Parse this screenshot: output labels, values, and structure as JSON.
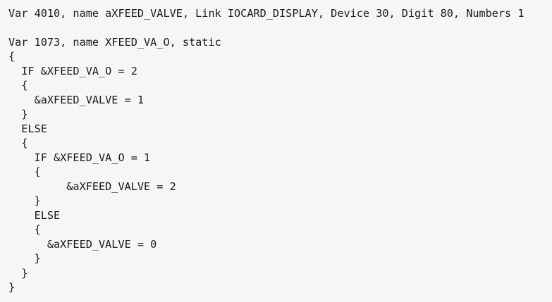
{
  "lines": [
    "Var 4010, name aXFEED_VALVE, Link IOCARD_DISPLAY, Device 30, Digit 80, Numbers 1",
    "Var 1073, name XFEED_VA_O, static",
    "{",
    "  IF &XFEED_VA_O = 2",
    "  {",
    "    &aXFEED_VALVE = 1",
    "  }",
    "  ELSE",
    "  {",
    "    IF &XFEED_VA_O = 1",
    "    {",
    "         &aXFEED_VALVE = 2",
    "    }",
    "    ELSE",
    "    {",
    "      &aXFEED_VALVE = 0",
    "    }",
    "  }",
    "}"
  ]
}
